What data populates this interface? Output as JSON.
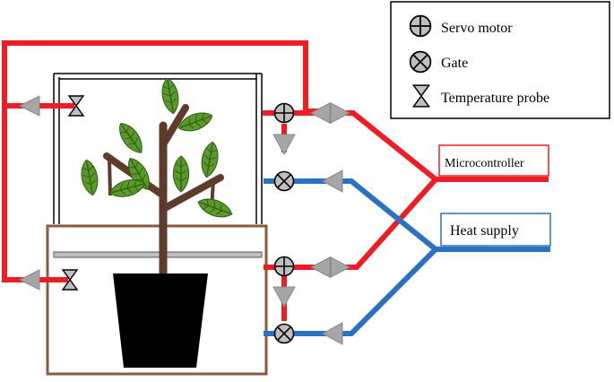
{
  "legend": {
    "servo_motor": "Servo motor",
    "gate": "Gate",
    "temperature_probe": "Temperature probe"
  },
  "labels": {
    "microcontroller": "Microcontroller",
    "heat_supply": "Heat supply"
  },
  "colors": {
    "signal_line": "#ee1c24",
    "heat_line": "#2b72c2",
    "soil_chamber_border": "#8b5a3c",
    "leaf": "#5a9a2a",
    "stem": "#5e3b2a",
    "pot": "#000000",
    "arrow": "#a6a6a6"
  }
}
